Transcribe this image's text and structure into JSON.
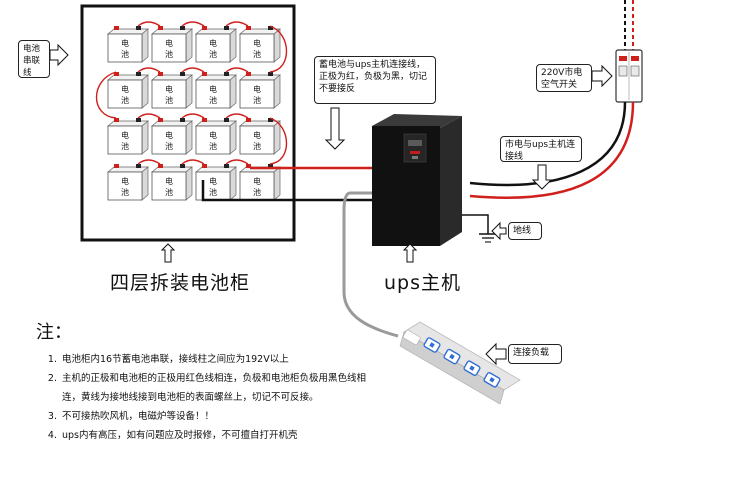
{
  "callouts": {
    "series_wire": "电池串联线",
    "battery_to_ups_wire": "蓄电池与ups主机连接线，正极为红，负极为黑，切记不要接反",
    "breaker_switch": "220V市电空气开关",
    "mains_to_ups_wire": "市电与ups主机连接线",
    "ground_wire": "地线",
    "load_connect": "连接负载"
  },
  "battery_label": [
    "电",
    "池"
  ],
  "captions": {
    "battery_cabinet": "四层拆装电池柜",
    "ups_host": "ups主机"
  },
  "notes": {
    "title": "注：",
    "items": [
      "电池柜内16节蓄电池串联，接线柱之间应为192V以上",
      "主机的正极和电池柜的正极用红色线相连，负极和电池柜负极用黑色线相连，黄线为接地线接到电池柜的表面螺丝上，切记不可反接。",
      "不可接热吹风机，电磁炉等设备！！",
      "ups内有高压，如有问题应及时报修，不可擅自打开机壳"
    ]
  },
  "colors": {
    "positive_wire": "#d0201c",
    "negative_wire": "#111111",
    "ground_wire": "#9a9a9a",
    "ups_body": "#1a1a1a",
    "power_strip_body": "#ffffff",
    "socket_accent": "#2f6fd3"
  },
  "icons": [
    "battery-icon",
    "ups-tower-icon",
    "air-breaker-icon",
    "ground-symbol-icon",
    "power-strip-icon",
    "up-arrow-icon",
    "down-arrow-icon"
  ]
}
